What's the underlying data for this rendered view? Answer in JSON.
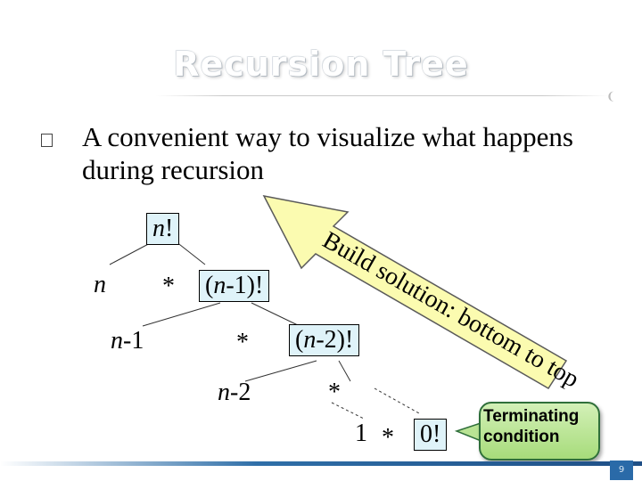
{
  "slide": {
    "title": "Recursion Tree",
    "bullet": "A convenient way to visualize what happens during recursion",
    "slide_number": "9"
  },
  "tree": {
    "root": {
      "var": "n",
      "suffix": "!"
    },
    "level1": {
      "left": {
        "var": "n"
      },
      "op": "*",
      "right": {
        "prefix": "(",
        "var": "n",
        "suffix": "-1)!"
      }
    },
    "level2": {
      "left": {
        "var": "n",
        "suffix": "-1"
      },
      "op": "*",
      "right": {
        "prefix": "(",
        "var": "n",
        "suffix": "-2)!"
      }
    },
    "level3": {
      "left": {
        "var": "n",
        "suffix": "-2"
      },
      "op": "*"
    },
    "level4": {
      "left": "1",
      "op": "*",
      "right": "0!"
    }
  },
  "arrow": {
    "label": "Build solution: bottom to top",
    "fill_color": "#fbfbb0"
  },
  "callout": {
    "text": "Terminating condition",
    "fill_color": "#b9e394"
  }
}
